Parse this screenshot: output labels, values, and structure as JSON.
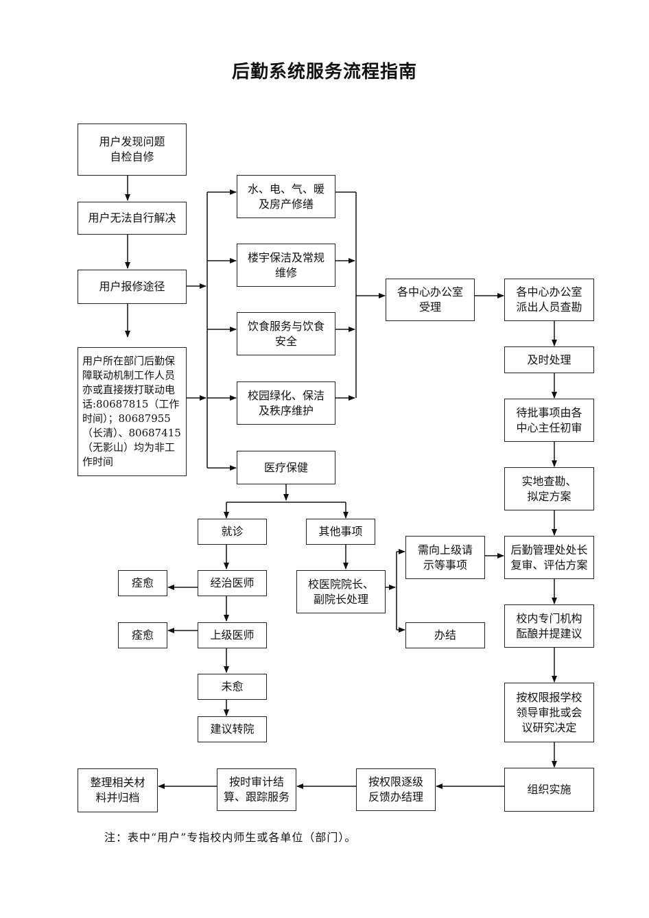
{
  "title": "后勤系统服务流程指南",
  "nodes": {
    "n_find": "用户发现问题\n自检自修",
    "n_cannot": "用户无法自行解决",
    "n_channel": "用户报修途径",
    "n_dept": "用户所在部门后勤保障联动机制工作人员亦或直接拨打联动电话:80687815（工作时间）；80687955（长清）、80687415（无影山）均为非工作时间",
    "n_water": "水、电、气、暖\n及房产修缮",
    "n_clean": "楼宇保洁及常规\n维修",
    "n_food": "饮食服务与饮食\n安全",
    "n_green": "校园绿化、保洁\n及秩序维护",
    "n_medical": "医疗保健",
    "n_office": "各中心办公室\n受理",
    "n_dispatch": "各中心办公室\n派出人员查勘",
    "n_timely": "及时处理",
    "n_pending": "待批事项由各\n中心主任初审",
    "n_survey": "实地查勘、\n拟定方案",
    "n_review": "后勤管理处处长\n复审、评估方案",
    "n_agency": "校内专门机构\n酝酿并提建议",
    "n_approve": "按权限报学校\n领导审批或会\n议研究决定",
    "n_implement": "组织实施",
    "n_feedback": "按权限逐级\n反馈办结理",
    "n_settle": "按时审计结\n算、跟踪服务",
    "n_archive": "整理相关材\n料并归档",
    "n_visit": "就诊",
    "n_other": "其他事项",
    "n_doctor": "经治医师",
    "n_cured1": "痊愈",
    "n_superior": "上级医师",
    "n_cured2": "痊愈",
    "n_notcured": "未愈",
    "n_transfer": "建议转院",
    "n_dean": "校医院院长、\n副院长处理",
    "n_higher": "需向上级请\n示等事项",
    "n_done": "办结"
  },
  "note": "注：表中“用户”专指校内师生或各单位（部门）。"
}
